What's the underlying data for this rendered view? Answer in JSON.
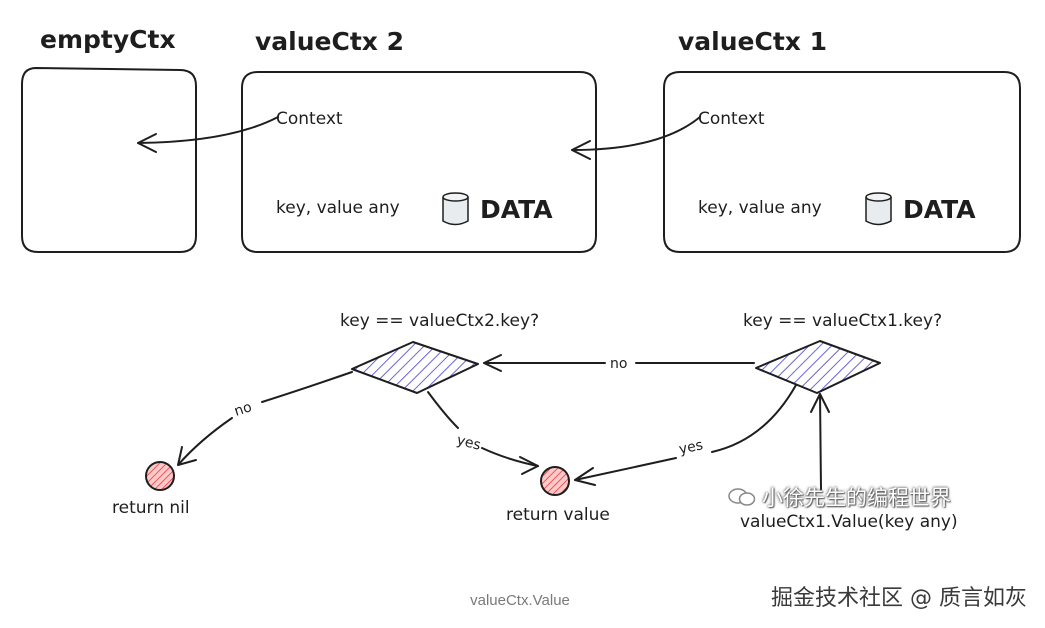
{
  "boxes": {
    "empty": {
      "title": "emptyCtx"
    },
    "value2": {
      "title": "valueCtx 2",
      "context_label": "Context",
      "fields_label": "key, value any",
      "data_label": "DATA"
    },
    "value1": {
      "title": "valueCtx 1",
      "context_label": "Context",
      "fields_label": "key, value any",
      "data_label": "DATA"
    }
  },
  "flow": {
    "decision2": "key == valueCtx2.key?",
    "decision1": "key == valueCtx1.key?",
    "no_label": "no",
    "yes_label": "yes",
    "return_nil": "return nil",
    "return_value": "return value",
    "entry": "valueCtx1.Value(key any)"
  },
  "caption": "valueCtx.Value",
  "watermarks": {
    "wechat": "小徐先生的编程世界",
    "juejin": "掘金技术社区 @ 质言如灰"
  },
  "colors": {
    "stroke": "#1e1e1e",
    "decision_hatch": "#6965db",
    "terminal_hatch": "#e03131",
    "terminal_fill": "#ffc9c9"
  }
}
